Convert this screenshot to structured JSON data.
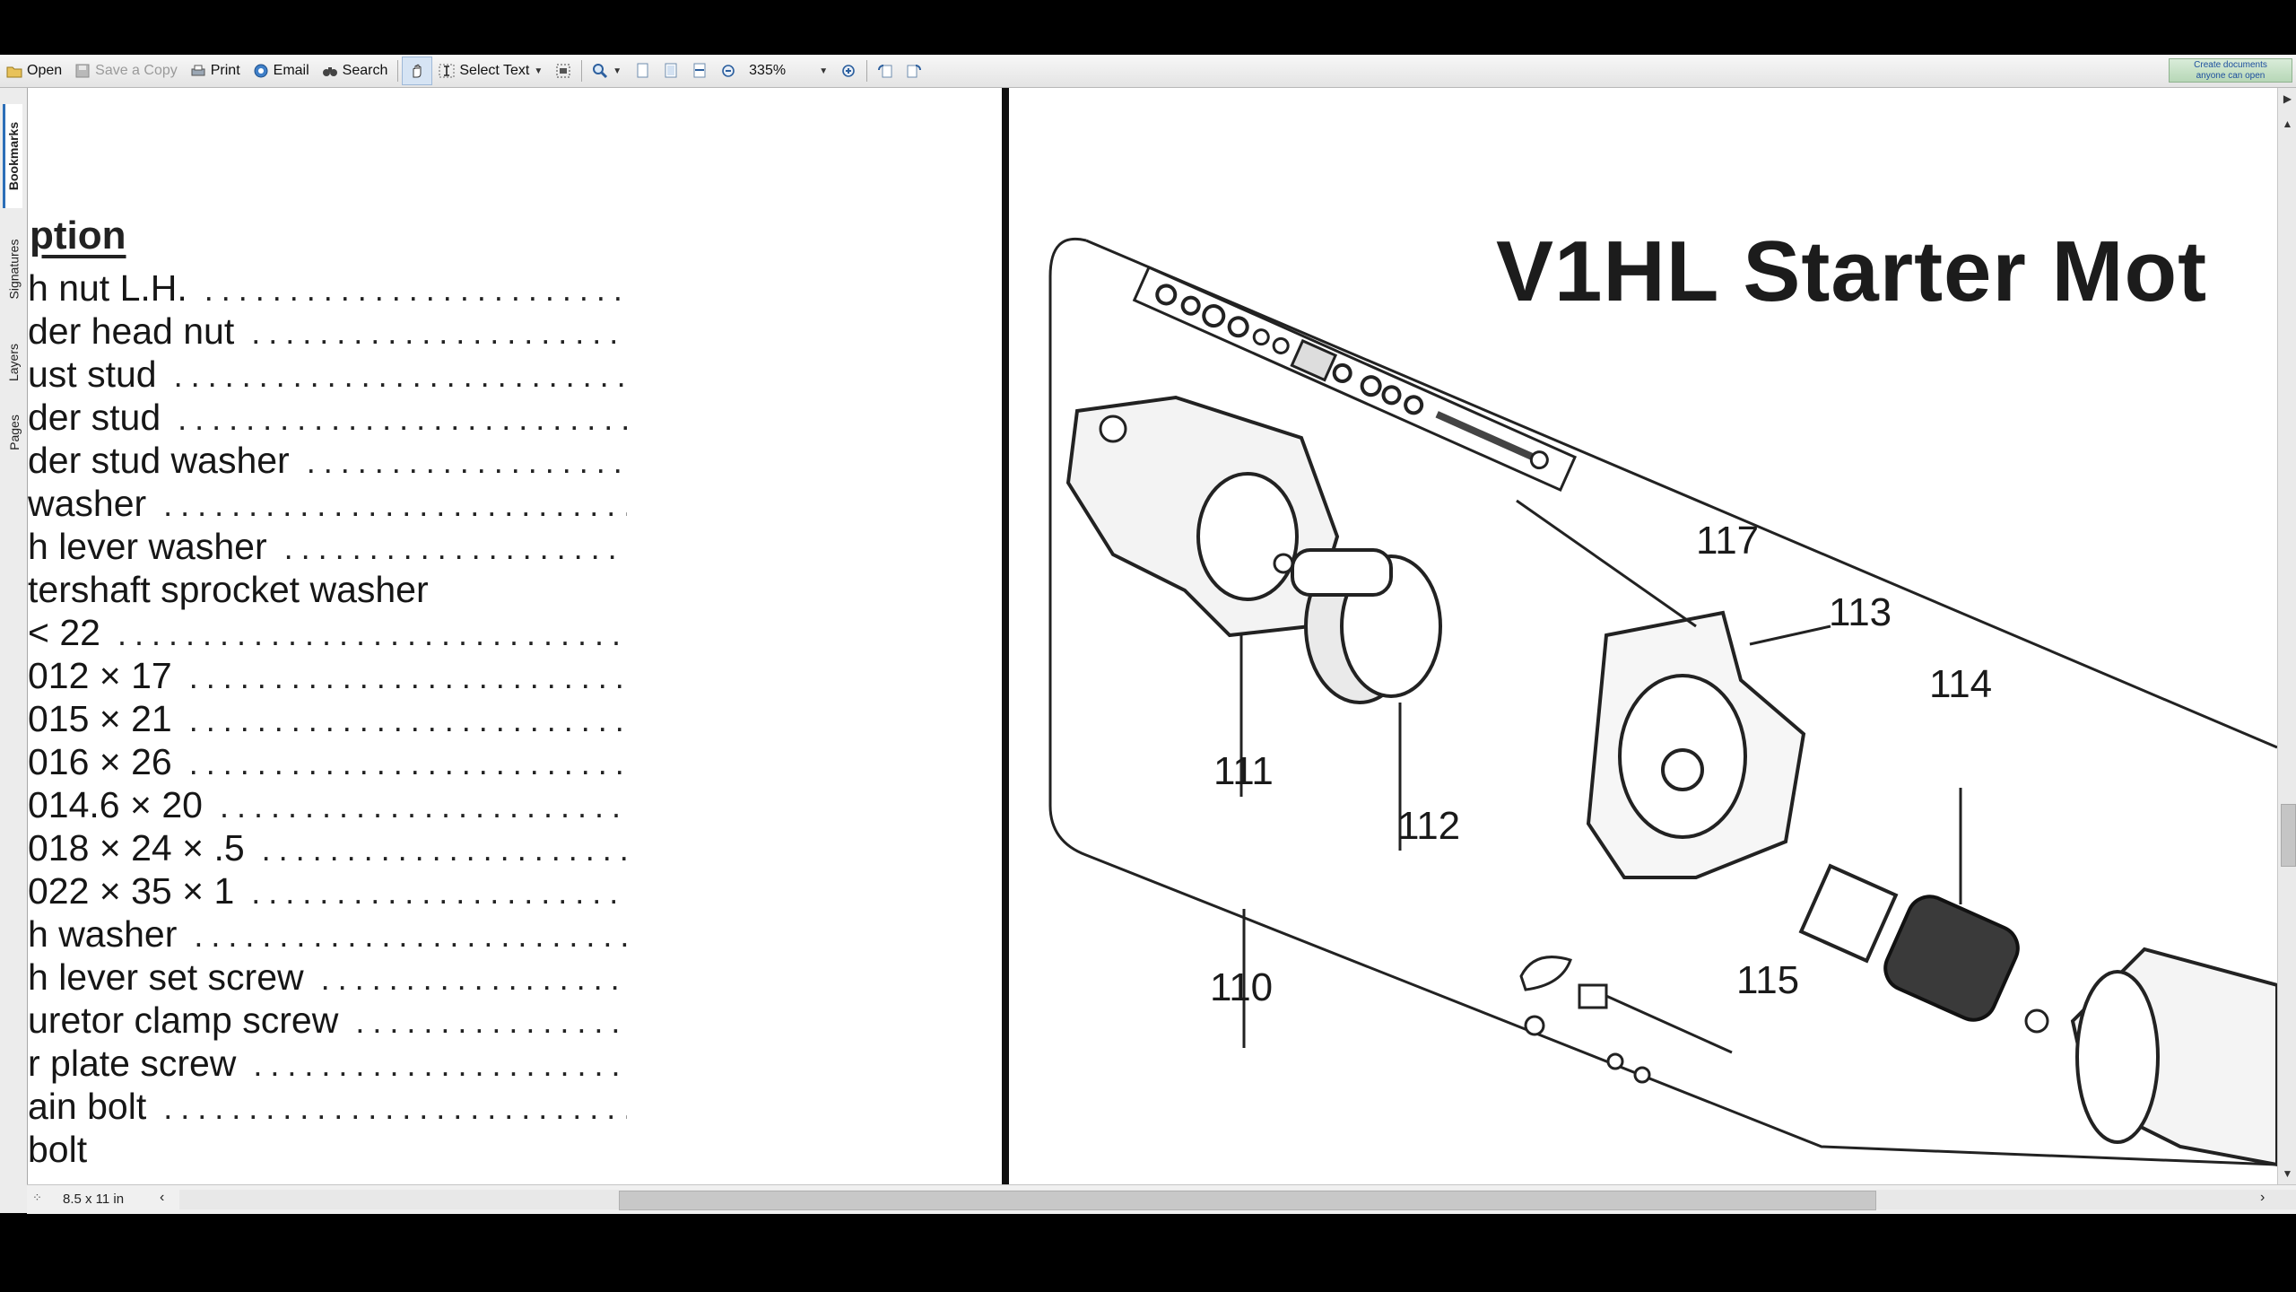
{
  "toolbar": {
    "open": "Open",
    "save_copy": "Save a Copy",
    "print": "Print",
    "email": "Email",
    "search": "Search",
    "select_text": "Select Text",
    "zoom": "335%",
    "create_docs_line1": "Create documents",
    "create_docs_line2": "anyone can open"
  },
  "nav_tabs": [
    "Bookmarks",
    "Signatures",
    "Layers",
    "Pages"
  ],
  "document": {
    "heading": "ption",
    "parts": [
      "h nut L.H.",
      "der head nut",
      "ust stud",
      "der stud",
      "der stud washer",
      "washer",
      "h lever washer",
      "tershaft sprocket washer",
      "< 22",
      "012 × 17",
      "015 × 21",
      "016 × 26",
      "014.6 × 20",
      "018 × 24 × .5",
      "022 × 35 × 1",
      "h washer",
      "h lever set screw",
      "uretor clamp screw",
      "r plate screw",
      "ain bolt",
      "bolt"
    ],
    "diagram_title": "V1HL Starter Mot",
    "callouts": [
      "117",
      "113",
      "114",
      "111",
      "112",
      "110",
      "115"
    ]
  },
  "status": {
    "page_size": "8.5 x 11 in"
  }
}
